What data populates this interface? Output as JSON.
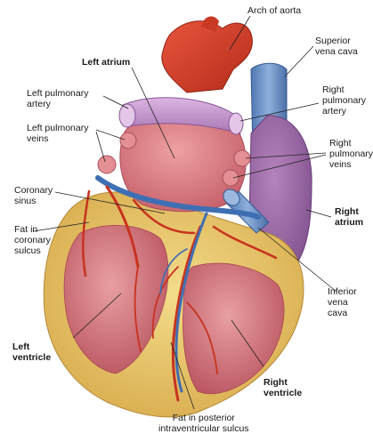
{
  "labels": {
    "arch_of_aorta": "Arch of aorta",
    "superior_vena_cava": "Superior\nvena cava",
    "left_atrium": "Left atrium",
    "left_pulmonary_artery": "Left pulmonary\nartery",
    "right_pulmonary_artery": "Right\npulmonary\nartery",
    "left_pulmonary_veins": "Left pulmonary\nveins",
    "right_pulmonary_veins": "Right\npulmonary\nveins",
    "coronary_sinus": "Coronary\nsinus",
    "right_atrium": "Right\natrium",
    "fat_in_coronary_sulcus": "Fat in\ncoronary\nsulcus",
    "inferior_vena_cava": "Inferior\nvena\ncava",
    "left_ventricle": "Left\nventricle",
    "right_ventricle": "Right\nventricle",
    "fat_posterior_sulcus": "Fat in posterior\nintraventricular sulcus"
  },
  "colors": {
    "aorta": "#d8402c",
    "vena_cava": "#6f92c4",
    "pulmonary_artery": "#c79ad0",
    "atrium": "#d9737a",
    "right_atrium": "#9a6aa6",
    "ventricle": "#c96a73",
    "fat": "#e8c66a",
    "coronary_artery": "#c8321e",
    "coronary_vein": "#3f6fb3"
  }
}
